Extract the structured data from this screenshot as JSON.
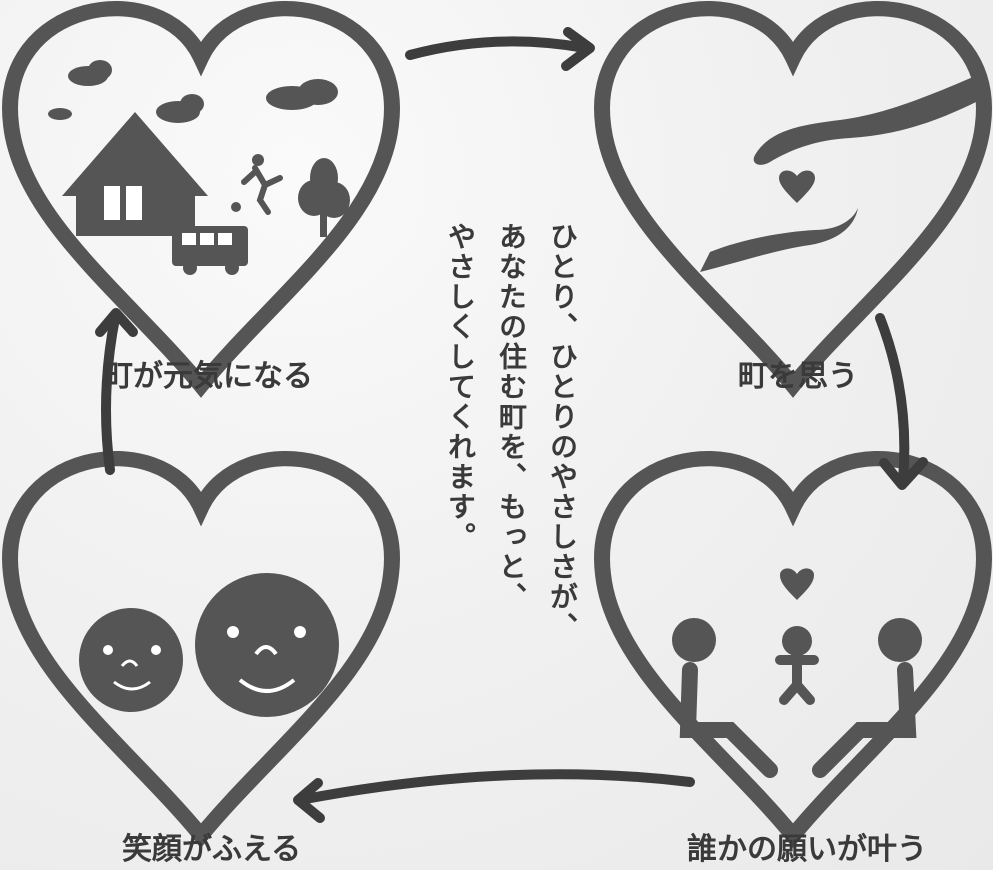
{
  "diagram": {
    "center_lines": [
      "ひとり、ひとりのやさしさが、",
      "あなたの住む町を、もっと、",
      "やさしくしてくれます。"
    ],
    "stages": [
      {
        "id": "tl",
        "label": "町が元気になる",
        "icon": "town-scene-icon"
      },
      {
        "id": "tr",
        "label": "町を思う",
        "icon": "caring-hands-icon"
      },
      {
        "id": "br",
        "label": "誰かの願いが叶う",
        "icon": "family-icon"
      },
      {
        "id": "bl",
        "label": "笑顔がふえる",
        "icon": "smiling-faces-icon"
      }
    ],
    "colors": {
      "shape": "#555555",
      "text": "#3a3a3a",
      "background": "#f1f1f1"
    }
  }
}
